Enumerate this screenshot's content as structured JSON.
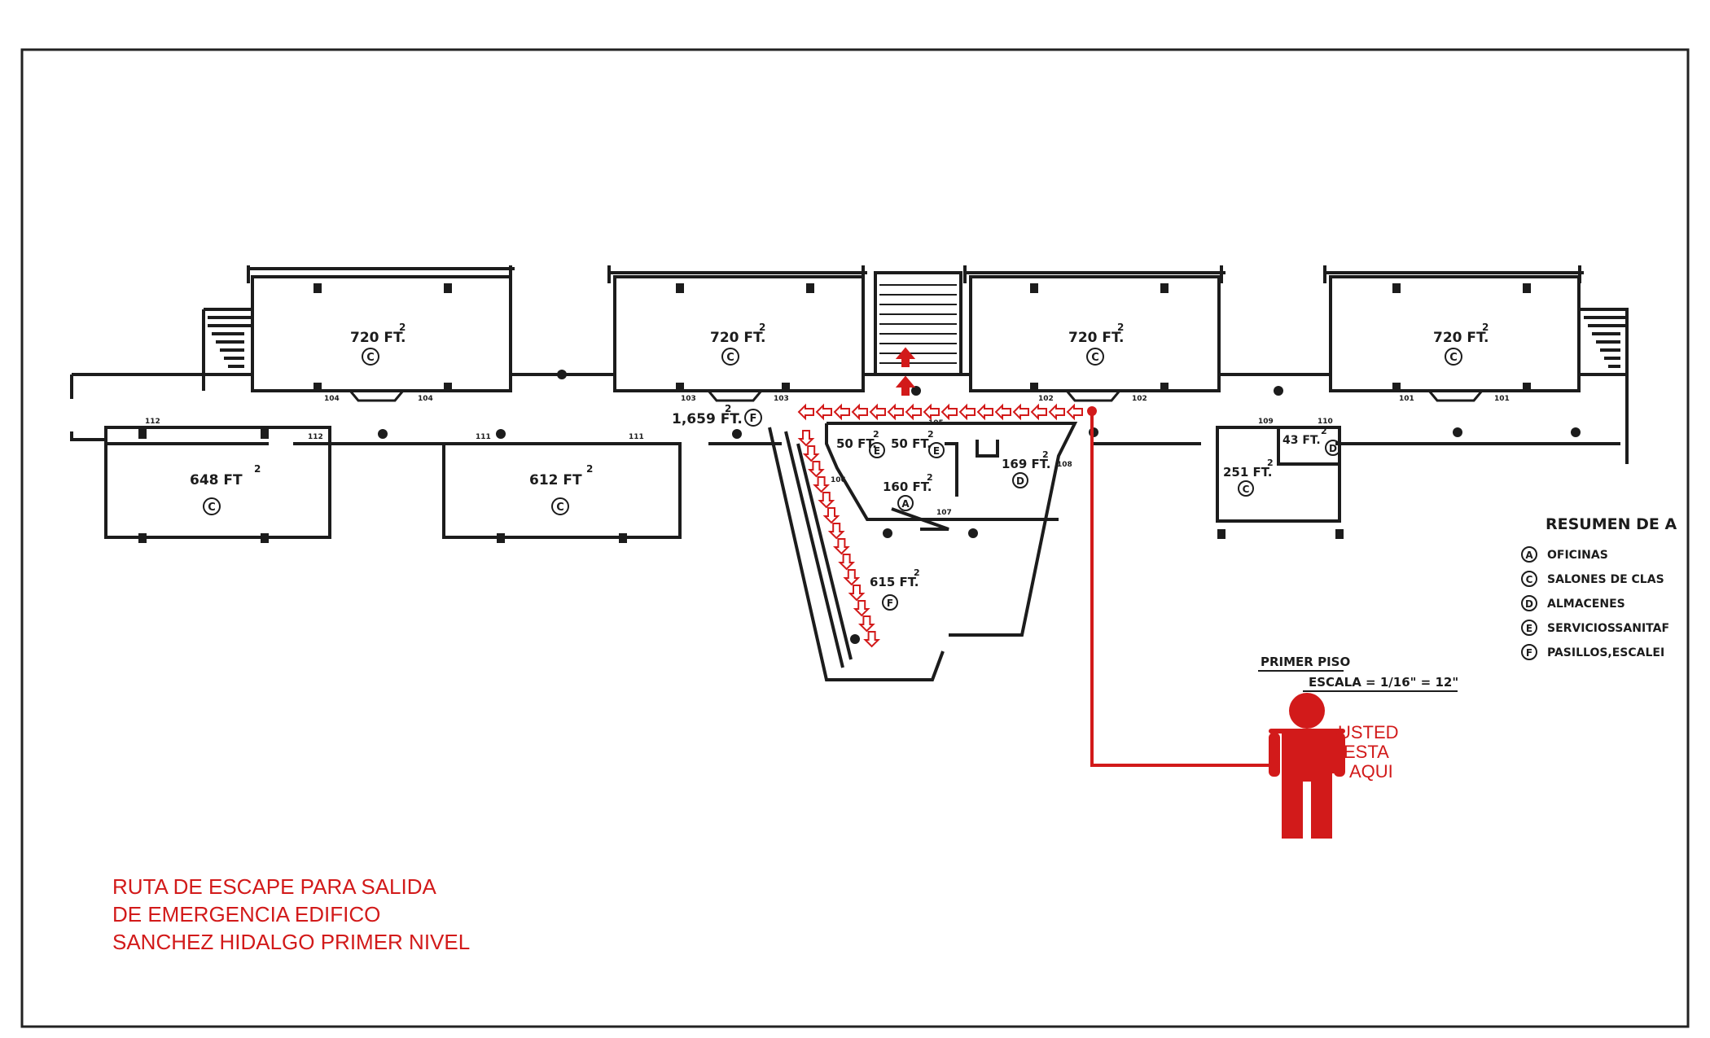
{
  "title_lines": [
    "RUTA DE ESCAPE PARA SALIDA",
    "DE EMERGENCIA EDIFICO",
    "SANCHEZ HIDALGO PRIMER NIVEL"
  ],
  "you_are_here": [
    "USTED",
    "ESTA",
    "AQUI"
  ],
  "sheet": {
    "floor": "PRIMER PISO",
    "scale": "ESCALA = 1/16\" = 12\""
  },
  "legend": {
    "title": "RESUMEN DE A",
    "items": [
      {
        "key": "A",
        "label": "OFICINAS"
      },
      {
        "key": "C",
        "label": "SALONES DE CLAS"
      },
      {
        "key": "D",
        "label": "ALMACENES"
      },
      {
        "key": "E",
        "label": "SERVICIOSSANITAF"
      },
      {
        "key": "F",
        "label": "PASILLOS,ESCALEI"
      }
    ]
  },
  "rooms": {
    "n1": {
      "area": "720 FT.",
      "type": "C"
    },
    "n2": {
      "area": "720 FT.",
      "type": "C"
    },
    "n3": {
      "area": "720 FT.",
      "type": "C"
    },
    "n4": {
      "area": "720 FT.",
      "type": "C"
    },
    "s1": {
      "area": "648 FT",
      "type": "C"
    },
    "s2": {
      "area": "612 FT",
      "type": "C"
    },
    "corridor": {
      "area": "1,659 FT.",
      "type": "F"
    },
    "e1": {
      "area": "50 FT.",
      "type": "E"
    },
    "e2": {
      "area": "50 FT.",
      "type": "E"
    },
    "office": {
      "area": "160 FT.",
      "type": "A"
    },
    "storage": {
      "area": "169 FT.",
      "type": "D"
    },
    "lobby": {
      "area": "615 FT.",
      "type": "F"
    },
    "r251": {
      "area": "251 FT.",
      "type": "C"
    },
    "r43": {
      "area": "43 FT.",
      "type": "D"
    }
  },
  "room_numbers": [
    "104",
    "104",
    "103",
    "103",
    "102",
    "102",
    "101",
    "101",
    "112",
    "112",
    "111",
    "111",
    "105",
    "106",
    "107",
    "108",
    "109",
    "110"
  ],
  "colors": {
    "route": "#d21a1a",
    "ink": "#1c1c1c"
  }
}
